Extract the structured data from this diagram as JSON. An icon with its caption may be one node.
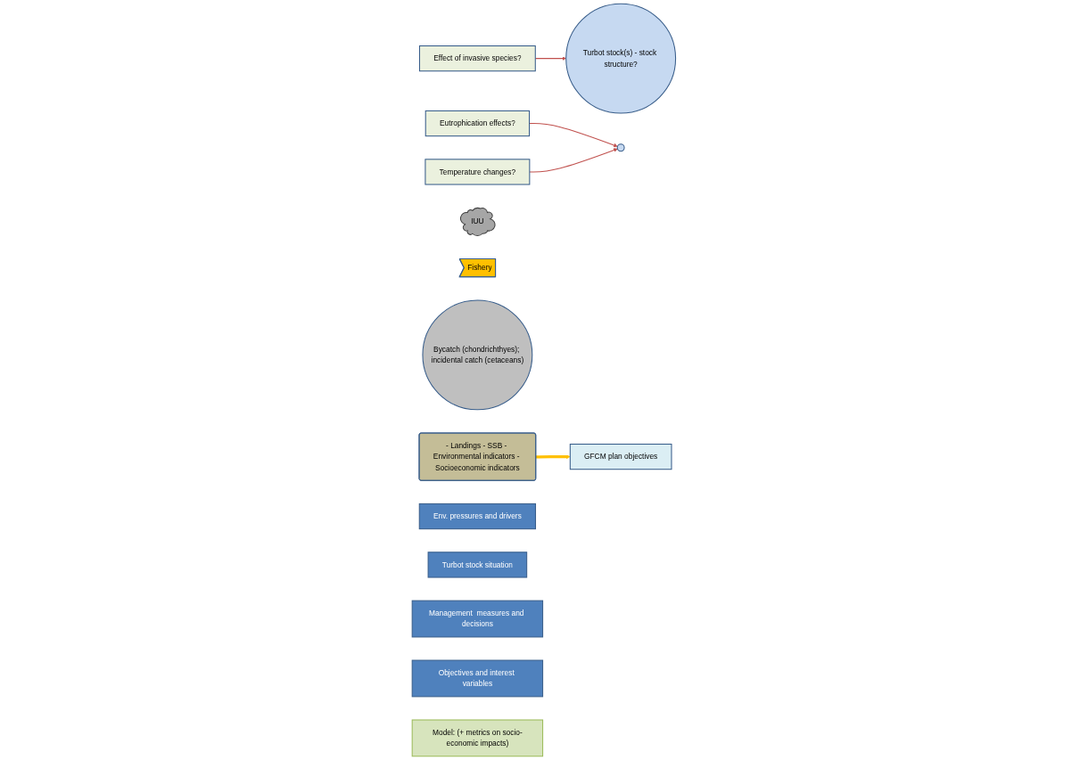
{
  "diagram": {
    "nodes": [
      {
        "text": [
          "Effect of invasive species?"
        ]
      },
      {
        "text": [
          "Eutrophication effects?"
        ]
      },
      {
        "text": [
          "Temperature changes?"
        ]
      },
      {
        "text": [
          "Turbot stock(s) - stock structure?"
        ]
      },
      {
        "text": [],
        "shape": "ellipse"
      },
      {
        "text": [
          "IUU"
        ]
      },
      {
        "text": [
          "Fishery"
        ]
      },
      {
        "text": [
          "Bycatch (chondrichthyes); incidental catch (cetaceans)"
        ]
      },
      {
        "text": [
          "- Landings - SSB - Environmental indicators - Socioeconomic indicators"
        ]
      },
      {
        "text": [
          "GFCM plan objectives"
        ]
      },
      {
        "text": [
          "Env. pressures and drivers"
        ]
      },
      {
        "text": [
          "Turbot stock situation"
        ]
      },
      {
        "text": [
          "Management  measures and decisions"
        ]
      },
      {
        "text": [
          "Objectives and interest variables"
        ]
      },
      {
        "text": [
          "Model: (+ metrics on socio-economic impacts)"
        ]
      }
    ],
    "edges": [
      {
        "from": 0,
        "to": 3,
        "arrow": "to",
        "color": "#c0504d"
      },
      {
        "from": 1,
        "to": 4,
        "arrow": "to",
        "color": "#c0504d"
      },
      {
        "from": 2,
        "to": 4,
        "arrow": "to",
        "color": "#c0504d"
      },
      {
        "from": 8,
        "to": 9,
        "arrow": "to",
        "style": "thick",
        "color": "#ffc000"
      }
    ]
  }
}
